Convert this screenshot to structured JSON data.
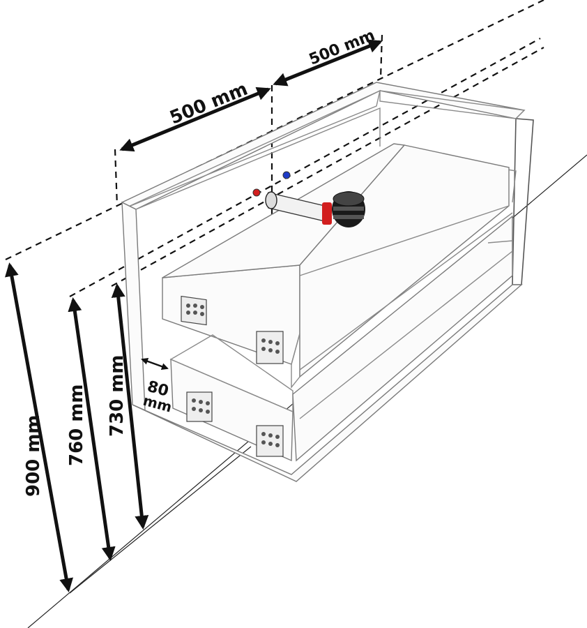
{
  "dimensions": {
    "width_left": "500 mm",
    "width_right": "500 mm",
    "height_total": "900 mm",
    "height_upper": "760 mm",
    "height_lower": "730 mm",
    "drawer_offset_value": "80",
    "drawer_offset_unit": "mm"
  },
  "colors": {
    "valve_red": "#d21e1e",
    "valve_blue": "#1e3cc8",
    "siphon_black": "#1a1a1a",
    "line": "#111111"
  }
}
